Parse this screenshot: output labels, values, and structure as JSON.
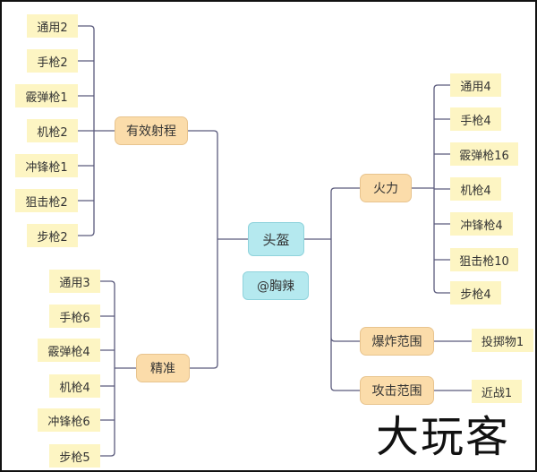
{
  "root": {
    "title": "头盔",
    "author": "@胸辣"
  },
  "branches": {
    "range": {
      "label": "有效射程",
      "items": [
        "通用2",
        "手枪2",
        "霰弹枪1",
        "机枪2",
        "冲锋枪1",
        "狙击枪2",
        "步枪2"
      ]
    },
    "accuracy": {
      "label": "精准",
      "items": [
        "通用3",
        "手枪6",
        "霰弹枪4",
        "机枪4",
        "冲锋枪6",
        "步枪5"
      ]
    },
    "firepower": {
      "label": "火力",
      "items": [
        "通用4",
        "手枪4",
        "霰弹枪16",
        "机枪4",
        "冲锋枪4",
        "狙击枪10",
        "步枪4"
      ]
    },
    "blast": {
      "label": "爆炸范围",
      "items": [
        "投掷物1"
      ]
    },
    "attack": {
      "label": "攻击范围",
      "items": [
        "近战1"
      ]
    }
  },
  "watermark": "大玩客",
  "colors": {
    "leaf": "#fdf5c3",
    "branch": "#fbdcaa",
    "root": "#b5e9ef",
    "line": "#55557a"
  }
}
